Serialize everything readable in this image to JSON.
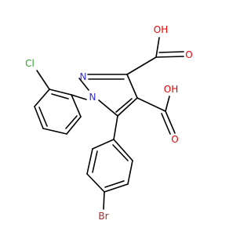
{
  "molecule": {
    "atoms": {
      "pyrazole_n2": {
        "text": "N",
        "color": "#2f2fd8"
      },
      "pyrazole_n1": {
        "text": "N",
        "color": "#2f2fd8"
      },
      "chloro": {
        "text": "Cl",
        "color": "#2ea52e"
      },
      "bromo": {
        "text": "Br",
        "color": "#a52a2a"
      },
      "acid_top_oh": {
        "text": "OH",
        "color": "#e60000"
      },
      "acid_top_o": {
        "text": "O",
        "color": "#e60000"
      },
      "acid_right_oh": {
        "text": "OH",
        "color": "#e60000"
      },
      "acid_right_o": {
        "text": "O",
        "color": "#e60000"
      }
    },
    "bond_color": "#000000"
  }
}
